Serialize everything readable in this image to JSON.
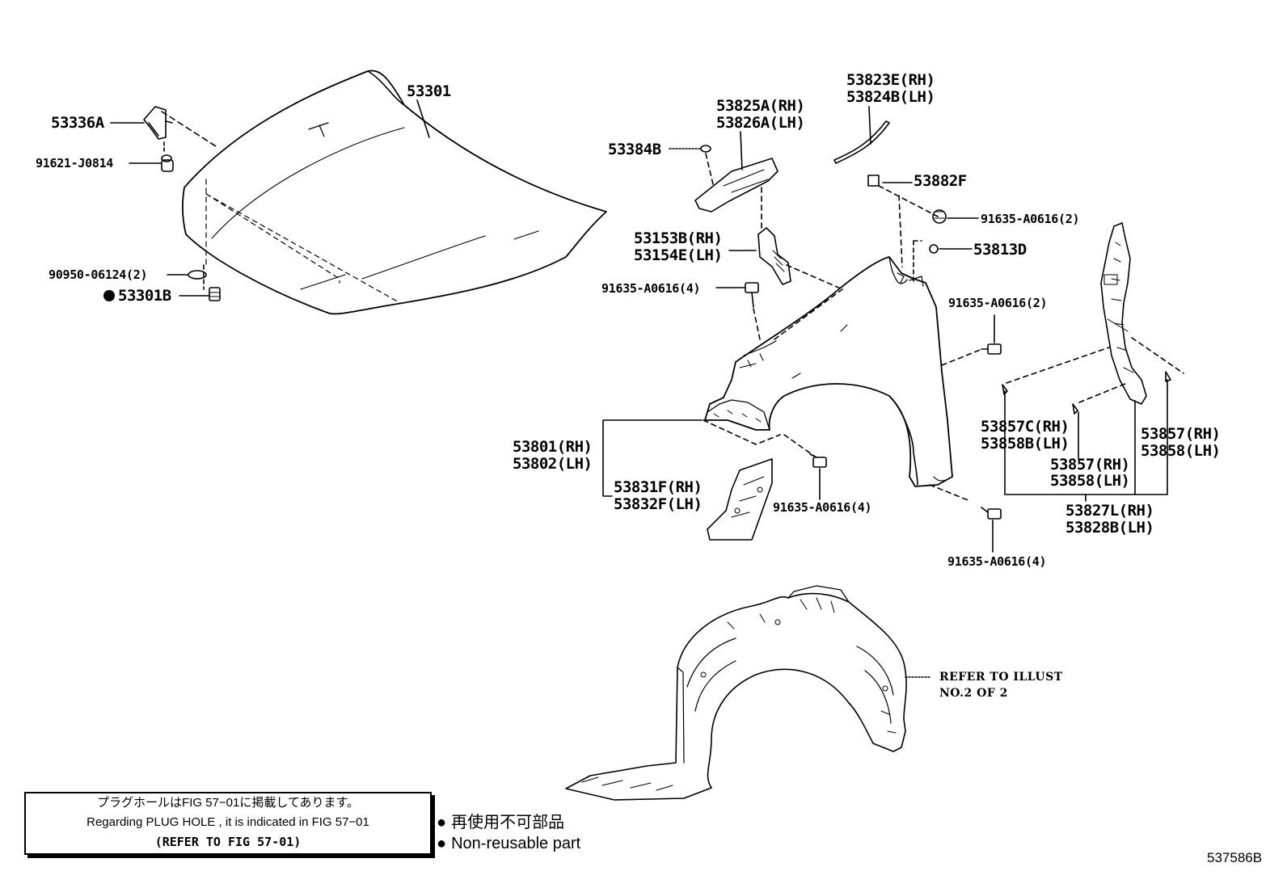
{
  "parts": {
    "hood": "53301",
    "hood_hinge": "53336A",
    "hinge_bolt": "91621-J0814",
    "hood_plug": "90950-06124(2)",
    "hood_cushion": "53301B",
    "fender_seal_rh": "53823E(RH)",
    "fender_seal_lh": "53824B(LH)",
    "bracket_rh": "53825A(RH)",
    "bracket_lh": "53826A(LH)",
    "clip_53384b": "53384B",
    "clip_53882f": "53882F",
    "bolt_top_right": "91635-A0616(2)",
    "clip_53813d": "53813D",
    "support_rh": "53153B(RH)",
    "support_lh": "53154E(LH)",
    "bolt_upper_left": "91635-A0616(4)",
    "bolt_mid_right": "91635-A0616(2)",
    "fender_rh": "53801(RH)",
    "fender_lh": "53802(LH)",
    "fender_brace_rh": "53831F(RH)",
    "fender_brace_lh": "53832F(LH)",
    "bolt_lower_mid": "91635-A0616(4)",
    "bolt_lower_right": "91635-A0616(4)",
    "protector_c_rh": "53857C(RH)",
    "protector_b_lh": "53858B(LH)",
    "protector_rh_1": "53857(RH)",
    "protector_lh_1": "53858(LH)",
    "protector_rh_2": "53857(RH)",
    "protector_lh_2": "53858(LH)",
    "protector_assy_rh": "53827L(RH)",
    "protector_assy_lh": "53828B(LH)",
    "refer_line1": "REFER TO ILLUST",
    "refer_line2": "NO.2 OF 2"
  },
  "note": {
    "line_jp": "プラグホールはFIG 57−01に掲載してあります。",
    "line_en": "Regarding  PLUG  HOLE , it is indicated in  FIG  57−01",
    "line_ref": "(REFER TO FIG 57-01)"
  },
  "legend": {
    "jp": "再使用不可部品",
    "en": "Non-reusable part"
  },
  "figure_id": "537586B"
}
